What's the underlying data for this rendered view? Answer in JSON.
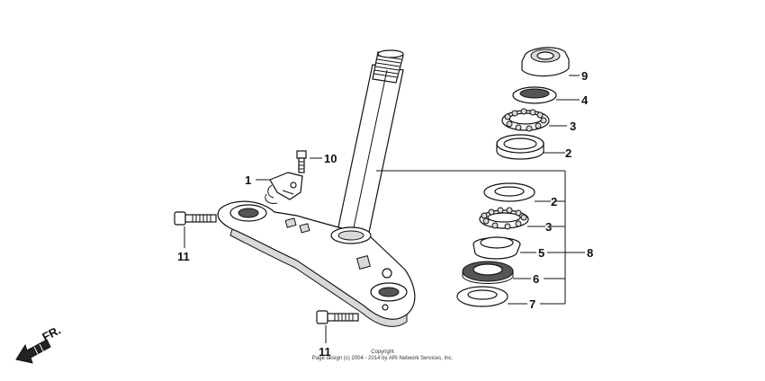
{
  "callouts": {
    "c1": "1",
    "c2a": "2",
    "c2b": "2",
    "c3a": "3",
    "c3b": "3",
    "c4": "4",
    "c5": "5",
    "c6": "6",
    "c7": "7",
    "c8": "8",
    "c9": "9",
    "c10": "10",
    "c11a": "11",
    "c11b": "11"
  },
  "front_label": "FR.",
  "copyright": {
    "line1": "Copyright",
    "line2": "Page design (c) 2004 - 2014 by ARI Network Services, Inc."
  }
}
